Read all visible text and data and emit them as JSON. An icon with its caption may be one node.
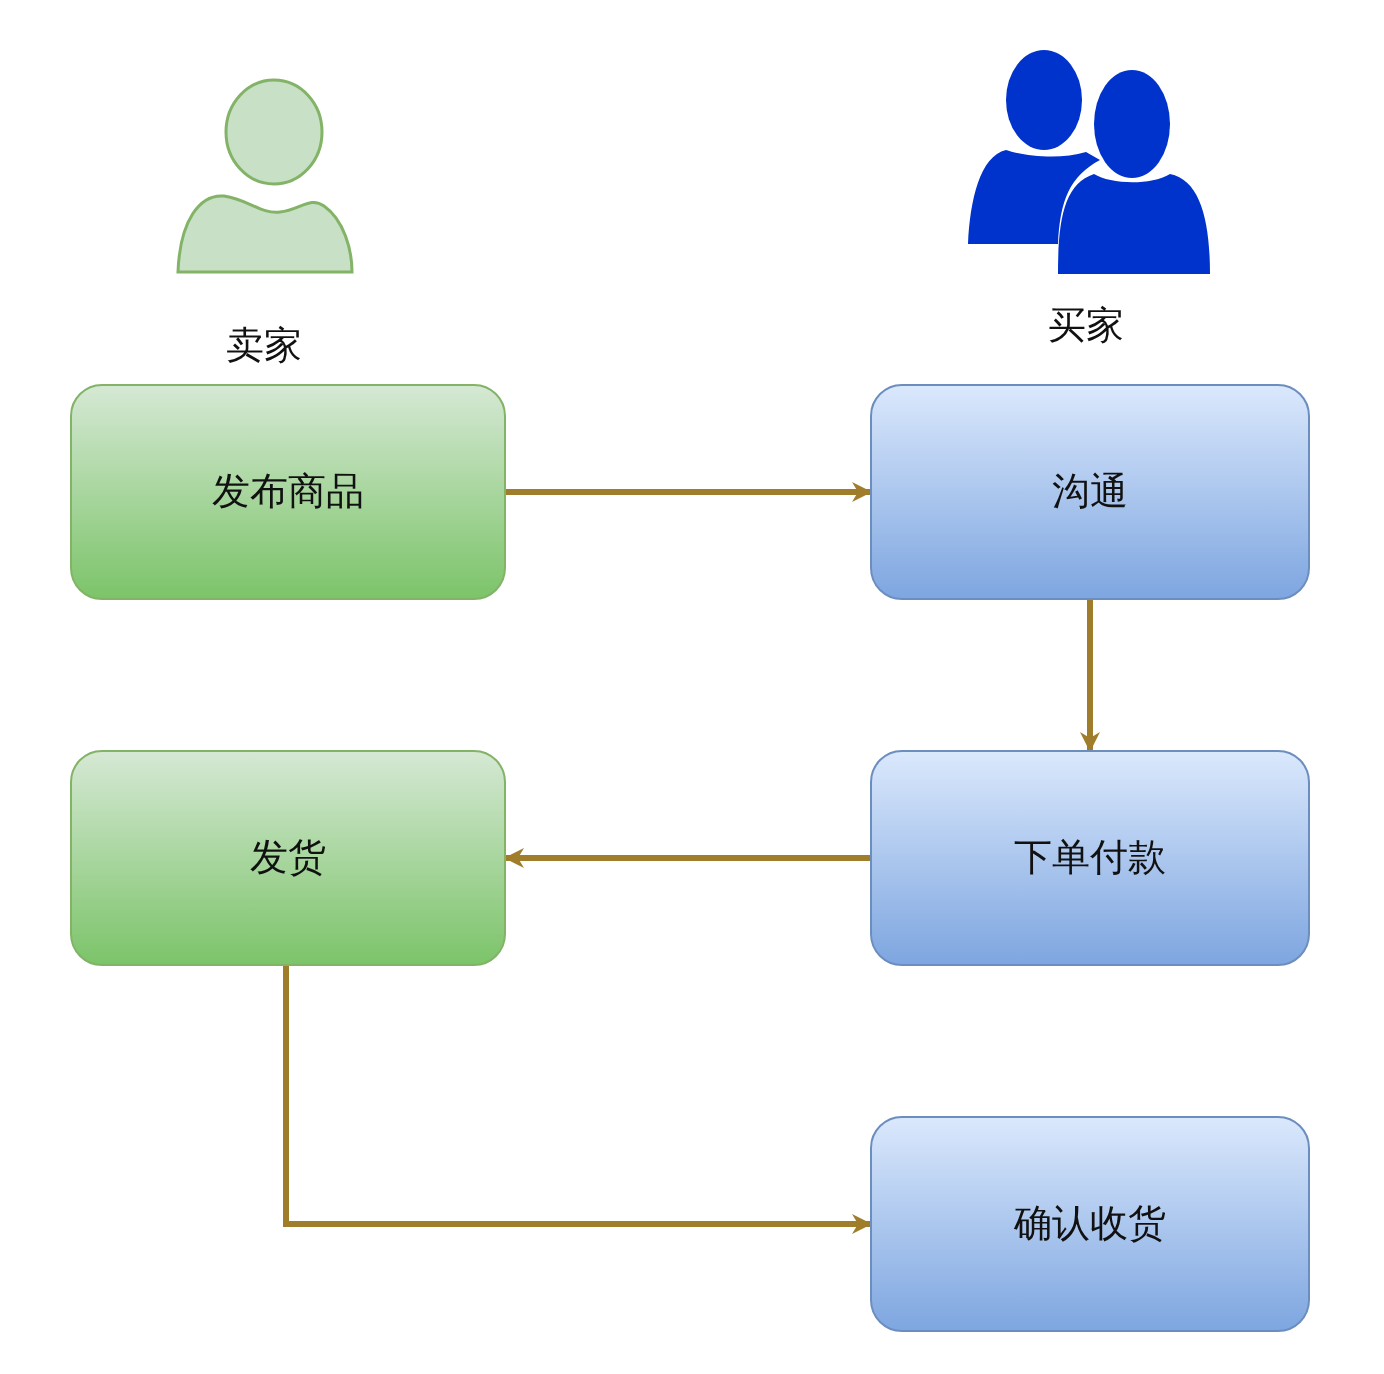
{
  "diagram": {
    "nodes": [
      {
        "text": [
          "发布商品"
        ]
      },
      {
        "text": [
          "沟通"
        ]
      },
      {
        "text": [
          "下单付款"
        ]
      },
      {
        "text": [
          "发货"
        ]
      },
      {
        "text": [
          "确认收货"
        ]
      }
    ],
    "edges": [
      {
        "from": 0,
        "to": 1,
        "arrow": "to"
      },
      {
        "from": 1,
        "to": 2,
        "arrow": "to"
      },
      {
        "from": 2,
        "to": 3,
        "arrow": "to"
      },
      {
        "from": 3,
        "to": 4,
        "arrow": "to"
      }
    ],
    "labels": [
      "卖家",
      "买家"
    ]
  }
}
